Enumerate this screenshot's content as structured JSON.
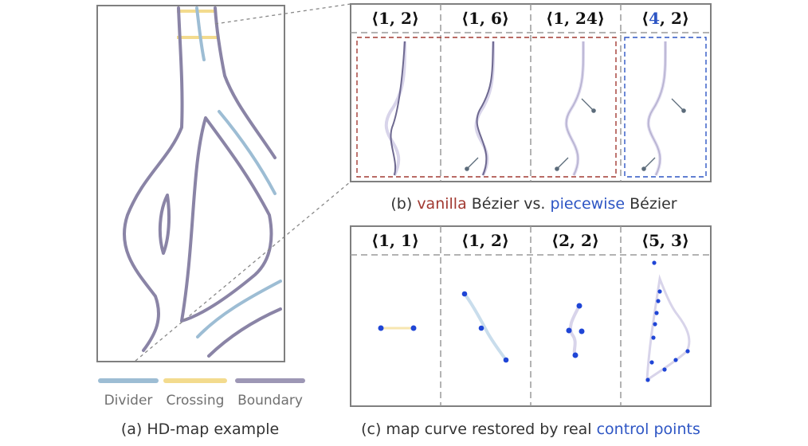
{
  "panel_a": {
    "caption": "(a) HD-map example",
    "legend": [
      {
        "label": "Divider",
        "color": "#9dbdd4"
      },
      {
        "label": "Crossing",
        "color": "#f3db8e"
      },
      {
        "label": "Boundary",
        "color": "#9d97b5"
      }
    ]
  },
  "panel_b": {
    "headers": [
      {
        "open": "⟨",
        "n": "1",
        "sep": ", ",
        "m": "2",
        "close": "⟩"
      },
      {
        "open": "⟨",
        "n": "1",
        "sep": ", ",
        "m": "6",
        "close": "⟩"
      },
      {
        "open": "⟨",
        "n": "1",
        "sep": ", ",
        "m": "24",
        "close": "⟩"
      },
      {
        "open": "⟨",
        "n": "4",
        "sep": ", ",
        "m": "2",
        "close": "⟩"
      }
    ],
    "caption": {
      "prefix": "(b) ",
      "word1": "vanilla",
      "middle": " Bézier vs. ",
      "word2": "piecewise",
      "suffix": " Bézier"
    }
  },
  "panel_c": {
    "headers": [
      {
        "open": "⟨",
        "n": "1",
        "sep": ", ",
        "m": "1",
        "close": "⟩"
      },
      {
        "open": "⟨",
        "n": "1",
        "sep": ", ",
        "m": "2",
        "close": "⟩"
      },
      {
        "open": "⟨",
        "n": "2",
        "sep": ", ",
        "m": "2",
        "close": "⟩"
      },
      {
        "open": "⟨",
        "n": "5",
        "sep": ", ",
        "m": "3",
        "close": "⟩"
      }
    ],
    "caption": {
      "prefix": "(c) map curve restored by real ",
      "highlight": "control points"
    }
  },
  "colors": {
    "divider": "#9dbdd4",
    "crossing": "#f3db8e",
    "boundary": "#8a84a6",
    "vanilla": "#a23a32",
    "piecewise": "#2d55c4",
    "control_point": "#1f45d6",
    "frame": "#808080"
  }
}
